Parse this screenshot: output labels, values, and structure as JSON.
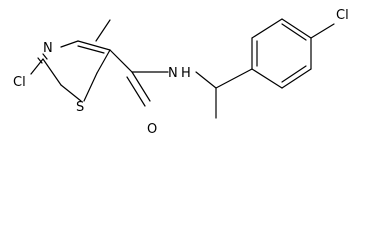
{
  "molecule": {
    "atoms": {
      "cl_thiazole": "Cl",
      "n_ring": "N",
      "s_ring": "S",
      "n_amide": "N",
      "h_amide": "H",
      "o_carbonyl": "O",
      "cl_phenyl": "Cl"
    }
  }
}
